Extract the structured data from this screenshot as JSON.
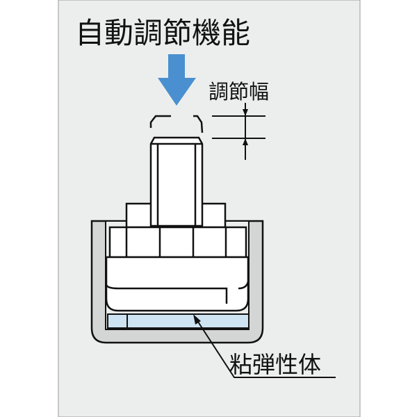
{
  "title": "自動調節機能",
  "adjust_width_label": "調節幅",
  "material_label": "粘弾性体",
  "colors": {
    "background": "#eceeed",
    "arrow": "#4a90d0",
    "elastic": "#cfe4f2",
    "wall": "#d4d6d6",
    "line": "#111111"
  }
}
